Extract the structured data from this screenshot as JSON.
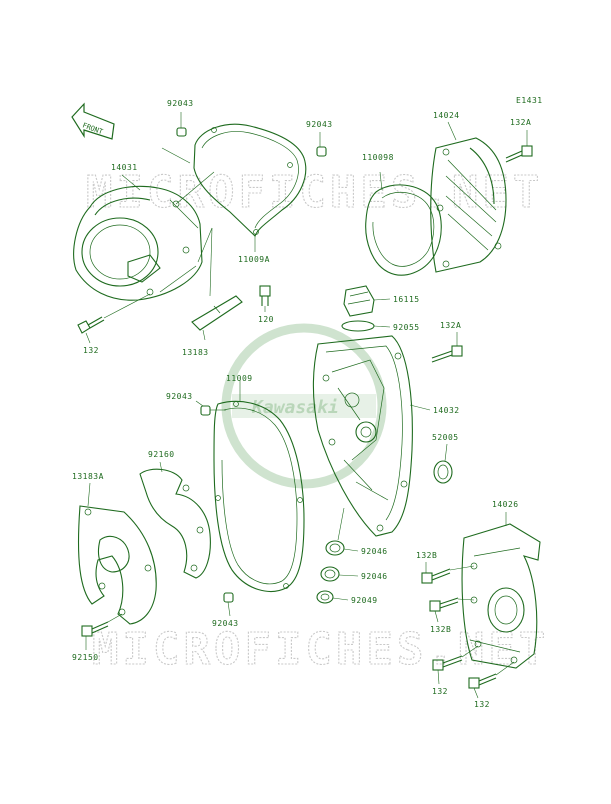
{
  "diagram": {
    "code": "E1431",
    "front_label": "FRONT",
    "watermark_text": "MICROFICHES.NET",
    "brand_logo_text": "Kawasaki",
    "accent_color": "#1f6b1f",
    "parts": [
      {
        "id": "92043a",
        "label": "92043"
      },
      {
        "id": "92043b",
        "label": "92043"
      },
      {
        "id": "14031",
        "label": "14031"
      },
      {
        "id": "11009a",
        "label": "11009A"
      },
      {
        "id": "120",
        "label": "120"
      },
      {
        "id": "132a",
        "label": "132"
      },
      {
        "id": "13183",
        "label": "13183"
      },
      {
        "id": "110098",
        "label": "110098"
      },
      {
        "id": "14024",
        "label": "14024"
      },
      {
        "id": "132A1",
        "label": "132A"
      },
      {
        "id": "16115",
        "label": "16115"
      },
      {
        "id": "92055",
        "label": "92055"
      },
      {
        "id": "132A2",
        "label": "132A"
      },
      {
        "id": "11009",
        "label": "11009"
      },
      {
        "id": "92043c",
        "label": "92043"
      },
      {
        "id": "14032",
        "label": "14032"
      },
      {
        "id": "52005",
        "label": "52005"
      },
      {
        "id": "92160",
        "label": "92160"
      },
      {
        "id": "13183A",
        "label": "13183A"
      },
      {
        "id": "14026",
        "label": "14026"
      },
      {
        "id": "92046a",
        "label": "92046"
      },
      {
        "id": "92046b",
        "label": "92046"
      },
      {
        "id": "92049",
        "label": "92049"
      },
      {
        "id": "132B1",
        "label": "132B"
      },
      {
        "id": "132B2",
        "label": "132B"
      },
      {
        "id": "92043d",
        "label": "92043"
      },
      {
        "id": "92150",
        "label": "92150"
      },
      {
        "id": "132b",
        "label": "132"
      },
      {
        "id": "132c",
        "label": "132"
      }
    ]
  }
}
